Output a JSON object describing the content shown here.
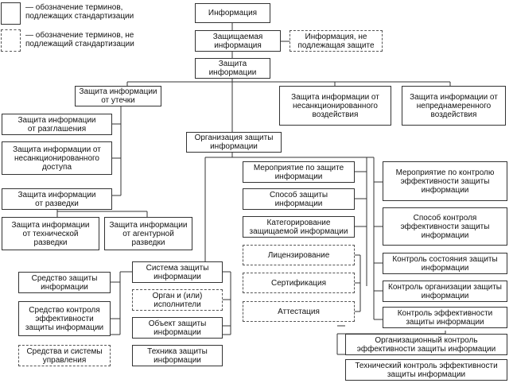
{
  "legend": {
    "standard": "— обозначение терминов,\nподлежащих стандартизации",
    "nonstandard": "— обозначение терминов, не\nподлежащий стандартизации"
  },
  "nodes": {
    "informaciya": "Информация",
    "zashchishchaemaya": "Защищаемая\nинформация",
    "ne_podlezhashchaya": "Информация, не\nподлежащая защите",
    "zashchita": "Защита\nинформации",
    "ot_utechki": "Защита информации\nот утечки",
    "ot_nsd_vozdeystviya": "Защита информации от\nнесанкционированного\nвоздействия",
    "ot_neprednamerennogo": "Защита информации от\nнепреднамеренного\nвоздействия",
    "ot_razglasheniya": "Защита информации\nот разглашения",
    "ot_nsd_dostupa": "Защита информации от\nнесанкционированного\nдоступа",
    "ot_razvedki": "Защита информации\nот разведки",
    "ot_tekhnicheskoy": "Защита информации\nот технической\nразведки",
    "ot_agenturnoy": "Защита информации\nот агентурной\nразведки",
    "organizaciya": "Организация защиты\nинформации",
    "meropriyatie": "Мероприятие по защите\nинформации",
    "sposob": "Способ защиты\nинформации",
    "kategorirovanie": "Категорирование\nзащищаемой информации",
    "licenzirovanie": "Лицензирование",
    "sertifikaciya": "Сертификация",
    "attestaciya": "Аттестация",
    "sistema": "Система защиты\nинформации",
    "organ": "Орган и (или)\nисполнители",
    "obekt": "Объект защиты\nинформации",
    "tekhnika": "Техника защиты\nинформации",
    "sredstvo": "Средство защиты\nинформации",
    "sredstvo_kontrolya": "Средство контроля\nэффективности\nзащиты информации",
    "sredstva_sistemy": "Средства и системы\nуправления",
    "merop_kontrolyu": "Мероприятие по контролю\nэффективности защиты\nинформации",
    "sposob_kontrolya": "Способ контроля\nэффективности защиты\nинформации",
    "kontrol_sostoyaniya": "Контроль состояния защиты\nинформации",
    "kontrol_organizacii": "Контроль организации защиты\nинформации",
    "kontrol_effektivnosti": "Контроль эффективности\nзащиты информации",
    "org_kontrol": "Организационный контроль\nэффективности защиты информации",
    "tekh_kontrol": "Технический контроль эффективности\nзащиты информации"
  }
}
